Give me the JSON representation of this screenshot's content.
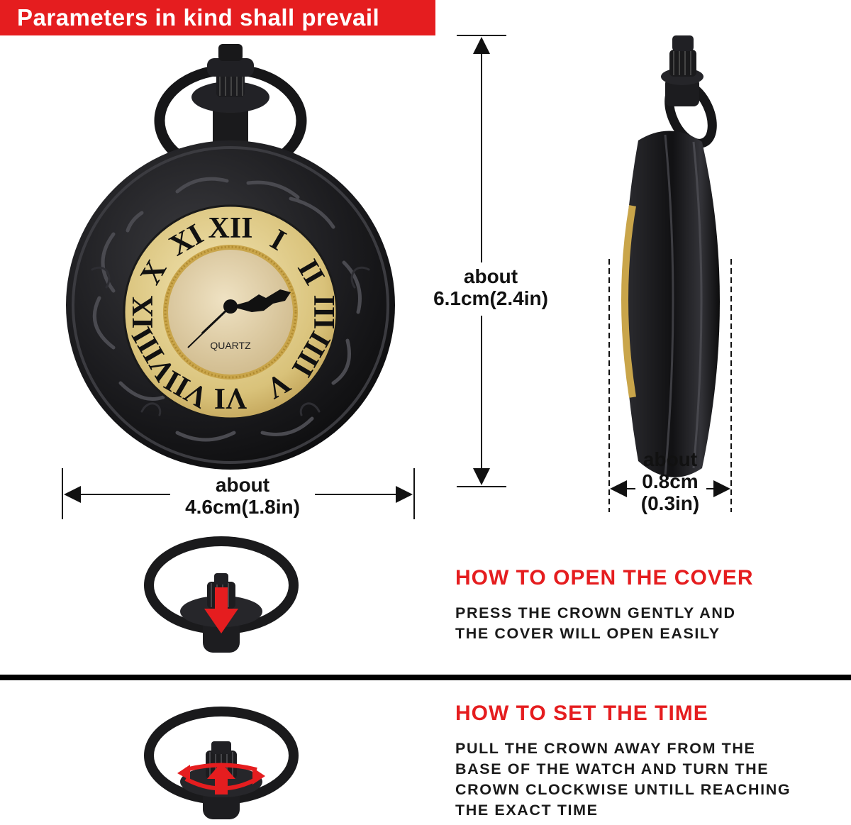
{
  "banner": {
    "text": "Parameters in kind shall prevail"
  },
  "dimensions": {
    "height": {
      "line1": "about",
      "line2": "6.1cm(2.4in)"
    },
    "width": {
      "line1": "about",
      "line2": "4.6cm(1.8in)"
    },
    "thickness": {
      "line1": "about",
      "line2": "0.8cm",
      "line3": "(0.3in)"
    }
  },
  "dial": {
    "brand": "QUARTZ"
  },
  "sections": {
    "open_cover": {
      "title": "HOW TO OPEN THE COVER",
      "line1": "PRESS THE CROWN GENTLY AND",
      "line2": "THE COVER WILL OPEN EASILY"
    },
    "set_time": {
      "title": "HOW TO SET THE TIME",
      "line1": "PULL THE CROWN AWAY FROM THE",
      "line2": "BASE OF THE WATCH AND TURN THE",
      "line3": "CROWN CLOCKWISE UNTILL REACHING",
      "line4": "THE EXACT TIME"
    }
  },
  "colors": {
    "accent": "#e51d1f",
    "gold": "#d9c27a",
    "case": "#1a1a1c"
  }
}
